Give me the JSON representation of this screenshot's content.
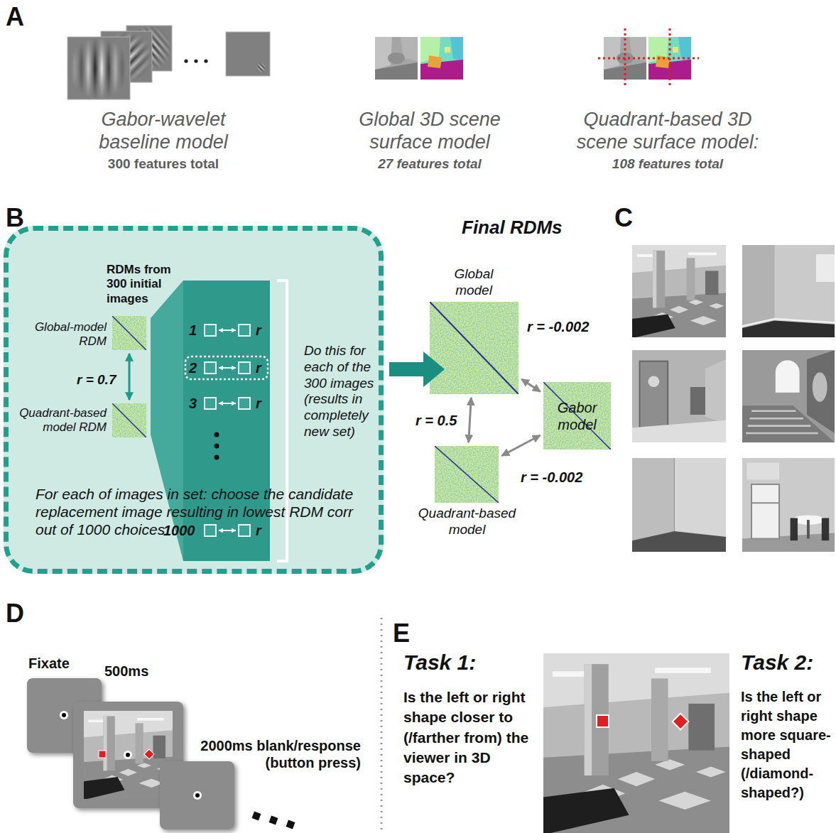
{
  "diagram": {
    "nodes": [
      {
        "text": [
          "RDMs from 300 initial images",
          "Do this for each of the 300 images (results in completely new set)",
          "For each of images in set: choose the candidate replacement image resulting in lowest RDM corr out of 1000 choices"
        ]
      },
      {
        "text": [
          "Global-model RDM"
        ],
        "in": 0
      },
      {
        "text": [
          "Quadrant-based model RDM"
        ],
        "in": 0
      },
      {
        "text": [
          "Global model"
        ]
      },
      {
        "text": [
          "Quadrant-based model"
        ]
      },
      {
        "text": [
          "Gabor model"
        ]
      }
    ],
    "edges": [
      {
        "from": 1,
        "to": 2,
        "arrow": "both",
        "label": "r = 0.7"
      },
      {
        "from": 3,
        "to": 5,
        "arrow": "both",
        "label": "r = -0.002"
      },
      {
        "from": 3,
        "to": 4,
        "arrow": "both",
        "label": "r = 0.5"
      },
      {
        "from": 4,
        "to": 5,
        "arrow": "both",
        "label": "r = -0.002"
      }
    ],
    "labels": [
      "A",
      "Gabor-wavelet baseline model",
      "300 features total",
      "Global 3D scene surface model",
      "27 features total",
      "Quadrant-based 3D scene surface model:",
      "108 features total",
      "B",
      "1",
      "r",
      "2",
      "r",
      "3",
      "r",
      "1000",
      "r",
      "Final RDMs",
      "C",
      "D",
      "Fixate",
      "500ms",
      "2000ms blank/response (button press)",
      "E",
      "Task 1:",
      "Is the left or right shape closer to (/farther from) the viewer in 3D space?",
      "Task 2:",
      "Is the left or right shape more square-shaped (/diamond-shaped?)"
    ]
  }
}
